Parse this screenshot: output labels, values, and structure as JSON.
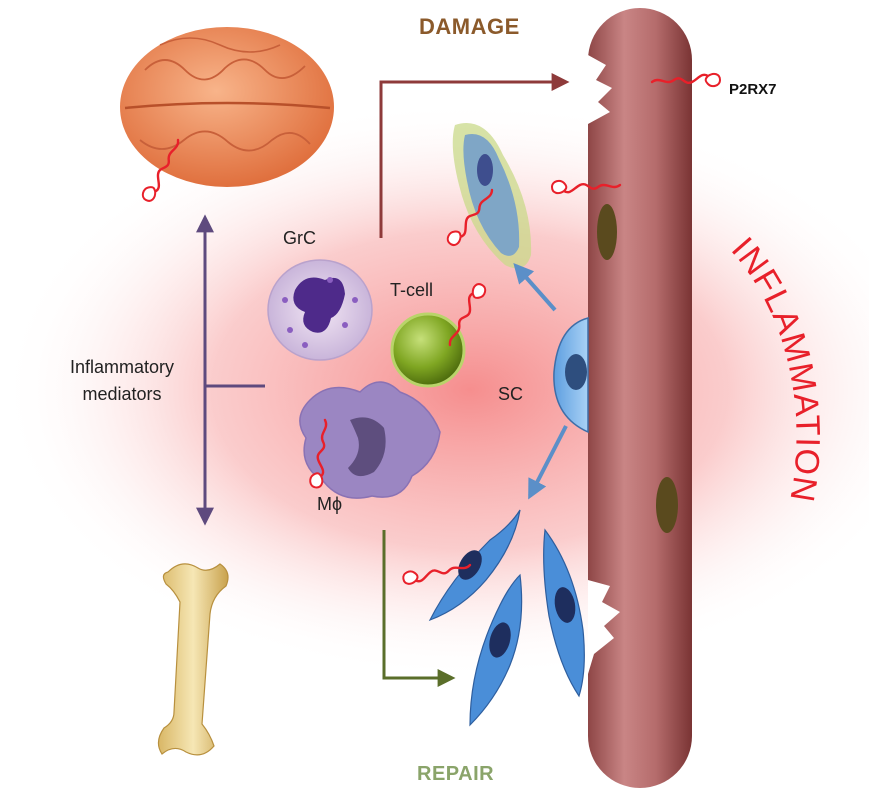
{
  "labels": {
    "damage": "DAMAGE",
    "repair": "REPAIR",
    "p2rx7": "P2RX7",
    "grc": "GrC",
    "tcell": "T-cell",
    "sc": "SC",
    "mphi": "Mϕ",
    "mediators_line1": "Inflammatory",
    "mediators_line2": "mediators",
    "inflammation": "INFLAMMATION"
  },
  "colors": {
    "inflammation_glow": "#F47A7A",
    "inflammation_text": "#E8202A",
    "damage_arrow": "#8E3A3A",
    "repair_arrow": "#5A6E2A",
    "mediator_arrow": "#5E4A7E",
    "sc_arrow": "#5B8FC8",
    "muscle_fiber": "#B56C6C",
    "receptor": "#E8202A"
  }
}
